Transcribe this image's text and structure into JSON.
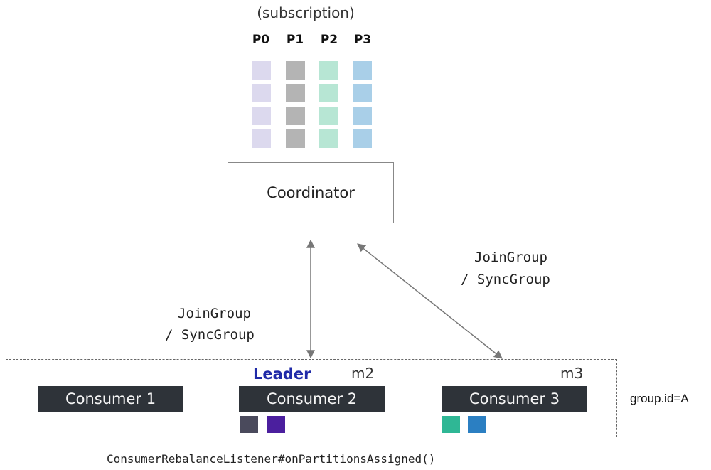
{
  "subscription_label": "(subscription)",
  "partitions": [
    {
      "label": "P0",
      "color": "#dcd9ee"
    },
    {
      "label": "P1",
      "color": "#b4b4b4"
    },
    {
      "label": "P2",
      "color": "#b7e6d4"
    },
    {
      "label": "P3",
      "color": "#a9cfe8"
    }
  ],
  "coordinator_label": "Coordinator",
  "arrows": {
    "left_label_line1": "JoinGroup",
    "left_label_line2": "/ SyncGroup",
    "right_label_line1": "JoinGroup",
    "right_label_line2": "/ SyncGroup"
  },
  "group": {
    "id_label": "group.id=A",
    "leader_label": "Leader",
    "consumers": [
      {
        "label": "Consumer 1",
        "member": ""
      },
      {
        "label": "Consumer 2",
        "member": "m2",
        "assigned_colors": [
          "#4a4a5c",
          "#4b1f9e"
        ]
      },
      {
        "label": "Consumer 3",
        "member": "m3",
        "assigned_colors": [
          "#2fb795",
          "#2b7fc2"
        ]
      }
    ]
  },
  "callback_label": "ConsumerRebalanceListener#onPartitionsAssigned()",
  "colors": {
    "consumer_bg": "#2e3339",
    "leader_text": "#1f2aa8",
    "arrow": "#777777"
  }
}
